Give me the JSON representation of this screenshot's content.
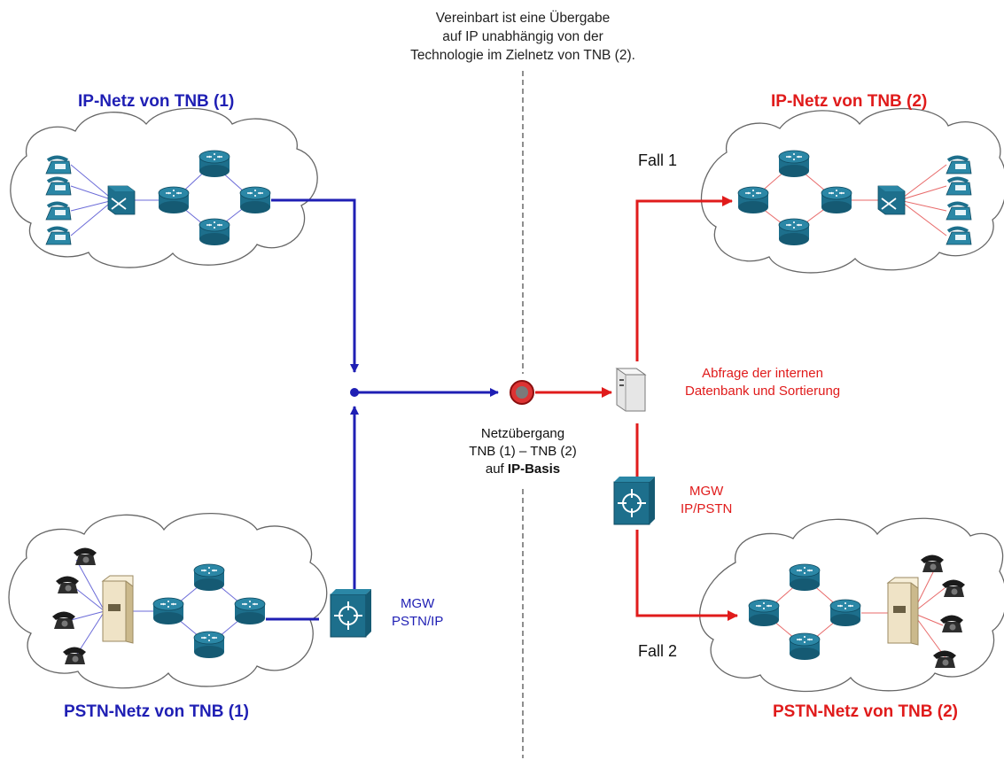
{
  "top_note": {
    "line1": "Vereinbart ist eine Übergabe",
    "line2": "auf IP unabhängig von der",
    "line3": "Technologie im Zielnetz von TNB (2)."
  },
  "networks": {
    "ip_tnb1": "IP-Netz von TNB (1)",
    "ip_tnb2": "IP-Netz von TNB (2)",
    "pstn_tnb1": "PSTN-Netz von TNB (1)",
    "pstn_tnb2": "PSTN-Netz von TNB (2)"
  },
  "cases": {
    "fall1": "Fall 1",
    "fall2": "Fall 2"
  },
  "server_label": {
    "line1": "Abfrage der internen",
    "line2": "Datenbank und Sortierung"
  },
  "mgw_left": {
    "line1": "MGW",
    "line2": "PSTN/IP"
  },
  "mgw_right": {
    "line1": "MGW",
    "line2": "IP/PSTN"
  },
  "gateway_label": {
    "line1": "Netzübergang",
    "line2": "TNB (1) – TNB (2)",
    "line3_prefix": "auf ",
    "line3_bold": "IP-Basis"
  },
  "colors": {
    "blue": "#1f1fb4",
    "red": "#e01b1b",
    "device": "#1d6f8c",
    "cloud": "#555555"
  },
  "icons": [
    "cloud-icon",
    "router-icon",
    "switch-icon",
    "ip-phone-icon",
    "phone-icon",
    "pbx-icon",
    "server-icon",
    "media-gateway-icon",
    "gateway-node-icon",
    "arrow-icon"
  ]
}
